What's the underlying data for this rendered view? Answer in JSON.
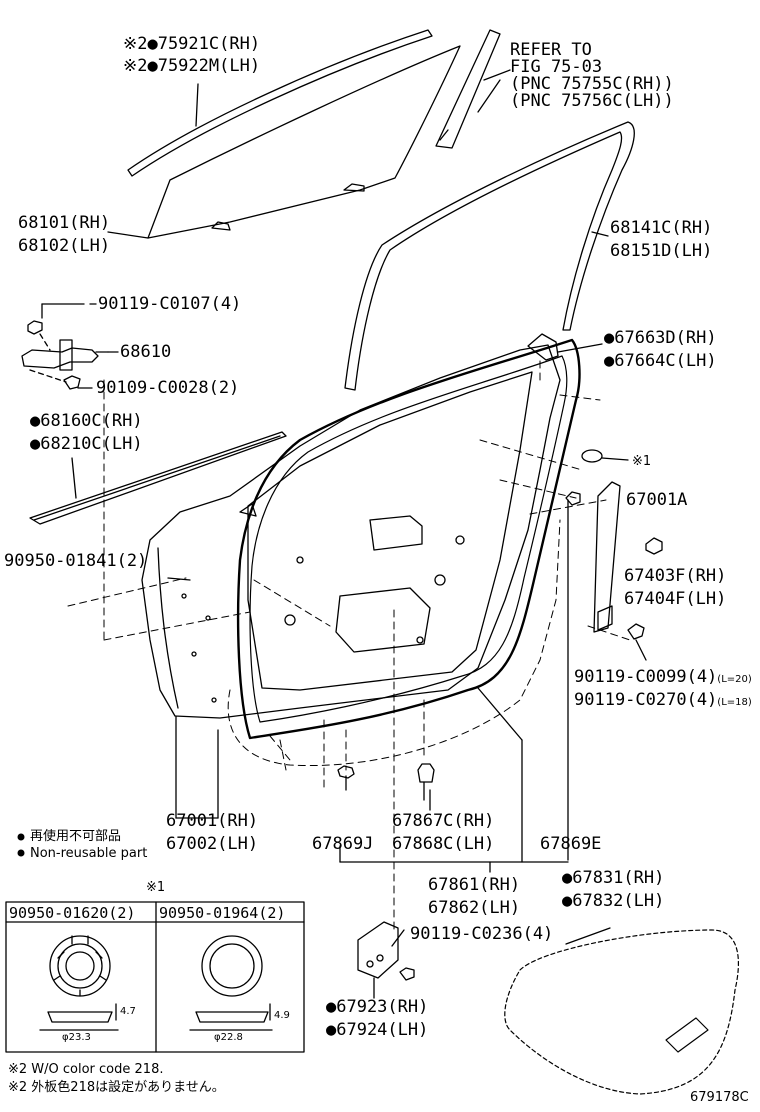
{
  "labels": {
    "glass_run_rh": "※2●75921C(RH)",
    "glass_run_lh": "※2●75922M(LH)",
    "refer_1": "REFER TO",
    "refer_2": "FIG 75-03",
    "refer_3": "(PNC 75755C(RH))",
    "refer_4": "(PNC 75756C(LH))",
    "glass_rh": "68101(RH)",
    "glass_lh": "68102(LH)",
    "run_rh": "68141C(RH)",
    "run_lh": "68151D(LH)",
    "bolt_90119_c0107": "90119-C0107(4)",
    "hinge_68610": "68610",
    "bolt_90109_c0028": "90109-C0028(2)",
    "weather_rh": "●68160C(RH)",
    "weather_lh": "●68210C(LH)",
    "cover_rh": "●67663D(RH)",
    "cover_lh": "●67664C(LH)",
    "note_ref_1": "※1",
    "part_67001a": "67001A",
    "plug_90950_01841": "90950-01841(2)",
    "frame_rh": "67403F(RH)",
    "frame_lh": "67404F(LH)",
    "bolt_c0099": "90119-C0099(4)",
    "bolt_c0099_len": "(L=20)",
    "bolt_c0270": "90119-C0270(4)",
    "bolt_c0270_len": "(L=18)",
    "panel_rh": "67001(RH)",
    "panel_lh": "67002(LH)",
    "clip_67867c": "67867C(RH)",
    "clip_67868c": "67868C(LH)",
    "clip_67869j": "67869J",
    "clip_67869e": "67869E",
    "legend_jp": "再使用不可部品",
    "legend_en": "Non-reusable part",
    "seal_rh": "67861(RH)",
    "seal_lh": "67862(LH)",
    "sheet_rh": "●67831(RH)",
    "sheet_lh": "●67832(LH)",
    "box_ref": "※1",
    "box_left_title": "90950-01620(2)",
    "box_right_title": "90950-01964(2)",
    "box_left_dim_h": "4.7",
    "box_left_dim_d": "φ23.3",
    "box_right_dim_h": "4.9",
    "box_right_dim_d": "φ22.8",
    "bolt_c0236": "90119-C0236(4)",
    "bracket_rh": "●67923(RH)",
    "bracket_lh": "●67924(LH)",
    "footnote_en": "※2 W/O color code 218.",
    "footnote_jp": "※2 外板色218は設定がありません。",
    "fig_code": "679178C"
  }
}
